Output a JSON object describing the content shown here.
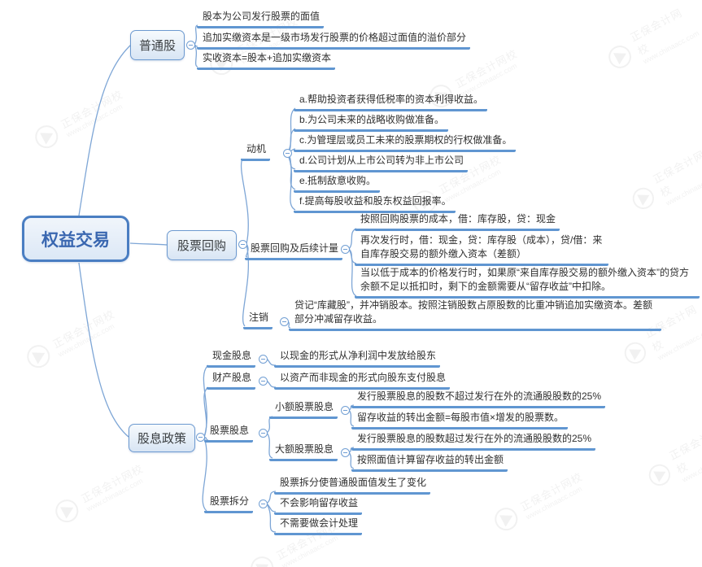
{
  "colors": {
    "accent": "#4a7ec2",
    "connector_line": "#7ea6d6",
    "underline": "#6096d1",
    "node_fill": "#dfeaf7",
    "text": "#2f2f2f",
    "root_text": "#3a67b0"
  },
  "watermark": {
    "brand": "正保会计网校",
    "url": "www.chinaacc.com"
  },
  "map": {
    "root": "权益交易",
    "branches": [
      {
        "label": "普通股",
        "children": [
          {
            "label": "股本为公司发行股票的面值"
          },
          {
            "label": "追加实缴资本是一级市场发行股票的价格超过面值的溢价部分"
          },
          {
            "label": "实收资本=股本+追加实缴资本"
          }
        ]
      },
      {
        "label": "股票回购",
        "children": [
          {
            "label": "动机",
            "children": [
              {
                "label": "a.帮助投资者获得低税率的资本利得收益。"
              },
              {
                "label": "b.为公司未来的战略收购做准备。"
              },
              {
                "label": "c.为管理层或员工未来的股票期权的行权做准备。"
              },
              {
                "label": "d.公司计划从上市公司转为非上市公司"
              },
              {
                "label": "e.抵制敌意收购。"
              },
              {
                "label": "f.提高每股收益和股东权益回报率。"
              }
            ]
          },
          {
            "label": "股票回购及后续计量",
            "children": [
              {
                "label": "按照回购股票的成本，借：库存股，贷：现金"
              },
              {
                "label": "再次发行时，借：现金，贷：库存股（成本），贷/借：来自库存股交易的额外缴入资本（差额）"
              },
              {
                "label": "当以低于成本的价格发行时，如果原“来自库存股交易的额外缴入资本”的贷方余额不足以抵扣时，剩下的金额需要从“留存收益”中扣除。"
              }
            ]
          },
          {
            "label": "注销",
            "children": [
              {
                "label": "贷记“库藏股”，并冲销股本。按照注销股数占原股数的比重冲销追加实缴资本。差额部分冲减留存收益。"
              }
            ]
          }
        ]
      },
      {
        "label": "股息政策",
        "children": [
          {
            "label": "现金股息",
            "children": [
              {
                "label": "以现金的形式从净利润中发放给股东"
              }
            ]
          },
          {
            "label": "财产股息",
            "children": [
              {
                "label": "以资产而非现金的形式向股东支付股息"
              }
            ]
          },
          {
            "label": "股票股息",
            "children": [
              {
                "label": "小额股票股息",
                "children": [
                  {
                    "label": "发行股票股息的股数不超过发行在外的流通股股数的25%"
                  },
                  {
                    "label": "留存收益的转出金额=每股市值×增发的股票数。"
                  }
                ]
              },
              {
                "label": "大额股票股息",
                "children": [
                  {
                    "label": "发行股票股息的股数超过发行在外的流通股股数的25%"
                  },
                  {
                    "label": "按照面值计算留存收益的转出金额"
                  }
                ]
              }
            ]
          },
          {
            "label": "股票拆分",
            "children": [
              {
                "label": "股票拆分使普通股面值发生了变化"
              },
              {
                "label": "不会影响留存收益"
              },
              {
                "label": "不需要做会计处理"
              }
            ]
          }
        ]
      }
    ]
  }
}
